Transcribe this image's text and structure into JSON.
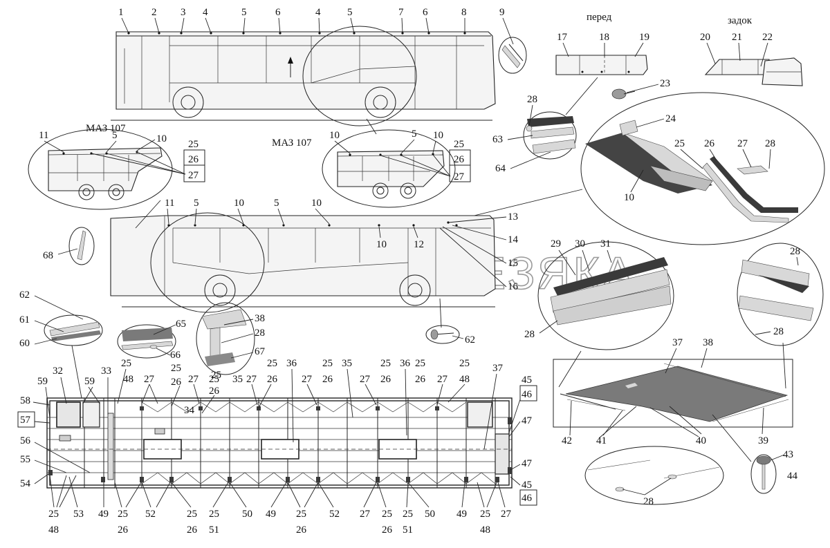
{
  "titles": {
    "model_a": "МАЗ 107",
    "model_b": "МАЗ 107",
    "front": "перед",
    "rear": "задок",
    "watermark": "ПЛАНЕТА ЖЕЛЕЗЯКА"
  },
  "callouts": {
    "top_bus": [
      "1",
      "2",
      "3",
      "4",
      "5",
      "6",
      "4",
      "5",
      "7",
      "6",
      "8",
      "9"
    ],
    "front_set": [
      "17",
      "18",
      "19",
      "23"
    ],
    "rear_set": [
      "20",
      "21",
      "22"
    ],
    "detail_a": [
      "11",
      "5",
      "10"
    ],
    "detail_b": [
      "10",
      "5",
      "10"
    ],
    "boxed_a": [
      "25",
      "26",
      "27"
    ],
    "boxed_b": [
      "25",
      "26",
      "27"
    ],
    "profile": [
      "28",
      "63",
      "64"
    ],
    "oval_right": [
      "24",
      "25",
      "26",
      "27",
      "28",
      "10"
    ],
    "mid_bus": [
      "11",
      "5",
      "10",
      "5",
      "10",
      "10",
      "12",
      "13",
      "14",
      "15",
      "16",
      "68",
      "62"
    ],
    "trim_a": [
      "62",
      "61",
      "60"
    ],
    "trim_b": [
      "65",
      "66"
    ],
    "trim_c": [
      "38",
      "28",
      "67",
      "25"
    ],
    "oval_mid": [
      "29",
      "30",
      "31",
      "28"
    ],
    "oval_corner": [
      "28",
      "28"
    ],
    "floor_plan": [
      "37",
      "38",
      "42",
      "41",
      "40",
      "39",
      "28",
      "43",
      "44"
    ],
    "frame_top": [
      "32",
      "59",
      "33",
      "59",
      "58",
      "57",
      "25",
      "48",
      "27",
      "25",
      "26",
      "27",
      "25",
      "26",
      "34",
      "25",
      "35",
      "27",
      "26",
      "36",
      "27",
      "25",
      "26",
      "35",
      "25",
      "27",
      "26",
      "36",
      "25",
      "26",
      "27",
      "25",
      "48",
      "37",
      "45",
      "46",
      "47"
    ],
    "frame_left": [
      "56",
      "55",
      "54"
    ],
    "frame_bottom": [
      "25",
      "48",
      "53",
      "49",
      "25",
      "26",
      "52",
      "25",
      "26",
      "25",
      "51",
      "50",
      "49",
      "25",
      "26",
      "52",
      "27",
      "25",
      "26",
      "25",
      "51",
      "50",
      "49",
      "25",
      "48",
      "27"
    ],
    "frame_right": [
      "47",
      "45",
      "46"
    ]
  }
}
